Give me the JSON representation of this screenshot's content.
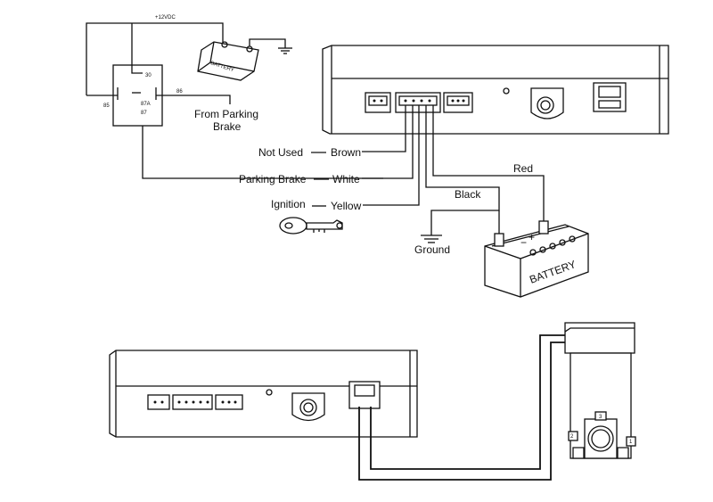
{
  "relay": {
    "supply": "+12VDC",
    "pin30": "30",
    "pin86": "86",
    "pin85": "85",
    "pin87a": "87A",
    "pin87": "87"
  },
  "battery_small_label": "BATTERY",
  "from_parking_brake": [
    "From Parking",
    "Brake"
  ],
  "wires": {
    "not_used": "Not Used",
    "brown": "Brown",
    "parking_brake": "Parking Brake",
    "white": "White",
    "ignition": "Ignition",
    "yellow": "Yellow",
    "black": "Black",
    "red": "Red",
    "ground": "Ground"
  },
  "battery_large_label": "BATTERY",
  "switch_pins": [
    "3",
    "2",
    "1"
  ]
}
